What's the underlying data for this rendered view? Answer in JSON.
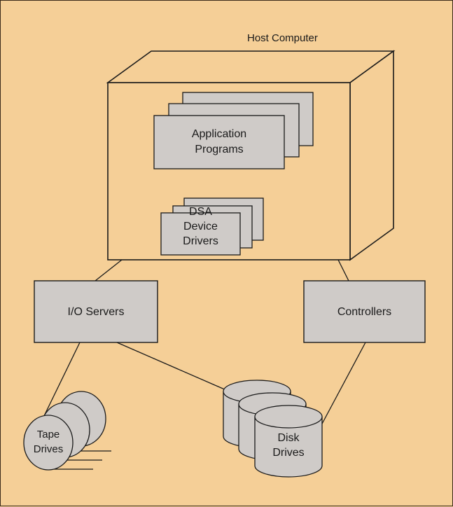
{
  "diagram": {
    "host_computer_label": "Host Computer",
    "application_programs": [
      "Application",
      "Programs"
    ],
    "dsa_device_drivers": [
      "DSA",
      "Device",
      "Drivers"
    ],
    "io_servers_label": "I/O Servers",
    "controllers_label": "Controllers",
    "tape_drives": [
      "Tape",
      "Drives"
    ],
    "disk_drives": [
      "Disk",
      "Drives"
    ]
  },
  "colors": {
    "background": "#f5cf97",
    "box_fill": "#cfcbc8",
    "line": "#1a1a1a"
  }
}
